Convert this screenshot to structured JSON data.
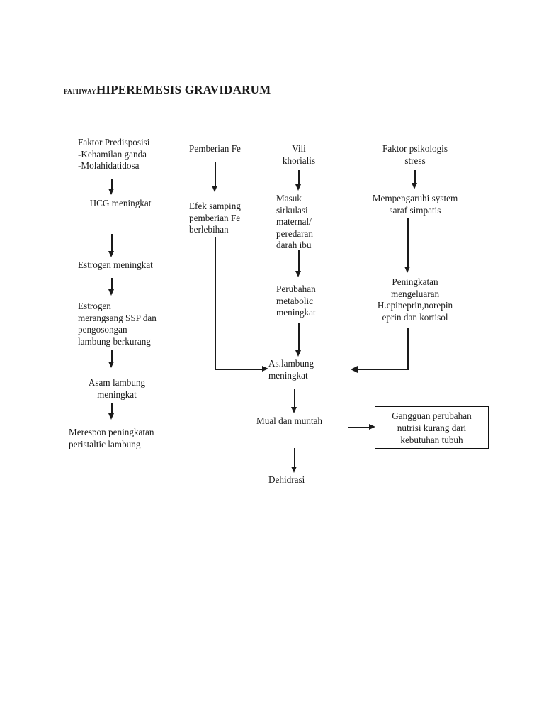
{
  "document": {
    "title_prefix": "PATHWAY",
    "title_main": "HIPEREMESIS GRAVIDARUM",
    "background_color": "#ffffff",
    "ink_color": "#1a1a1a"
  },
  "diagram": {
    "type": "flowchart",
    "columns": [
      {
        "id": "column-predisposing-factors",
        "nodes": [
          {
            "id": "faktor-predisposisi",
            "text": "Faktor Predisposisi\n-Kehamilan ganda\n-Molahidatidosa",
            "align": "left"
          },
          {
            "id": "hcg-meningkat",
            "text": "HCG meningkat",
            "align": "center"
          },
          {
            "id": "estrogen-meningkat",
            "text": "Estrogen meningkat",
            "align": "left"
          },
          {
            "id": "estrogen-merangsang-ssp",
            "text": "Estrogen\nmerangsang SSP dan\npengosongan\nlambung berkurang",
            "align": "left"
          },
          {
            "id": "asam-lambung-meningkat",
            "text": "Asam lambung\nmeningkat",
            "align": "center"
          },
          {
            "id": "merespon-peningkatan-peristaltic",
            "text": "Merespon peningkatan\nperistaltic lambung",
            "align": "left"
          }
        ]
      },
      {
        "id": "column-iron-supplementation",
        "nodes": [
          {
            "id": "pemberian-fe",
            "text": "Pemberian Fe",
            "align": "left"
          },
          {
            "id": "efek-samping-pemberian-fe",
            "text": "Efek samping\npemberian Fe\nberlebihan",
            "align": "left"
          }
        ]
      },
      {
        "id": "column-chorionic-villi",
        "nodes": [
          {
            "id": "vili-khorialis",
            "text": "Vili\nkhorialis",
            "align": "center"
          },
          {
            "id": "masuk-sirkulasi-maternal",
            "text": "Masuk\nsirkulasi\nmaternal/\nperedaran\ndarah ibu",
            "align": "left"
          },
          {
            "id": "perubahan-metabolic-meningkat",
            "text": "Perubahan\nmetabolic\nmeningkat",
            "align": "left"
          }
        ]
      },
      {
        "id": "column-psychological-factors",
        "nodes": [
          {
            "id": "faktor-psikologis-stress",
            "text": "Faktor psikologis\nstress",
            "align": "center"
          },
          {
            "id": "mempengaruhi-system-saraf-simpatis",
            "text": "Mempengaruhi system\nsaraf simpatis",
            "align": "center"
          },
          {
            "id": "peningkatan-pengeluaran-hormon",
            "text": "Peningkatan\nmengeluaran\nH.epineprin,norepin\neprin dan kortisol",
            "align": "center"
          }
        ]
      }
    ],
    "convergence": {
      "id": "as-lambung-meningkat",
      "text": "As.lambung\nmeningkat"
    },
    "outcomes": [
      {
        "id": "mual-dan-muntah",
        "text": "Mual dan muntah"
      },
      {
        "id": "dehidrasi",
        "text": "Dehidrasi"
      }
    ],
    "diagnosis_box": {
      "id": "gangguan-perubahan-nutrisi",
      "text": "Gangguan perubahan\nnutrisi kurang dari\nkebutuhan tubuh",
      "border_color": "#111111"
    }
  }
}
